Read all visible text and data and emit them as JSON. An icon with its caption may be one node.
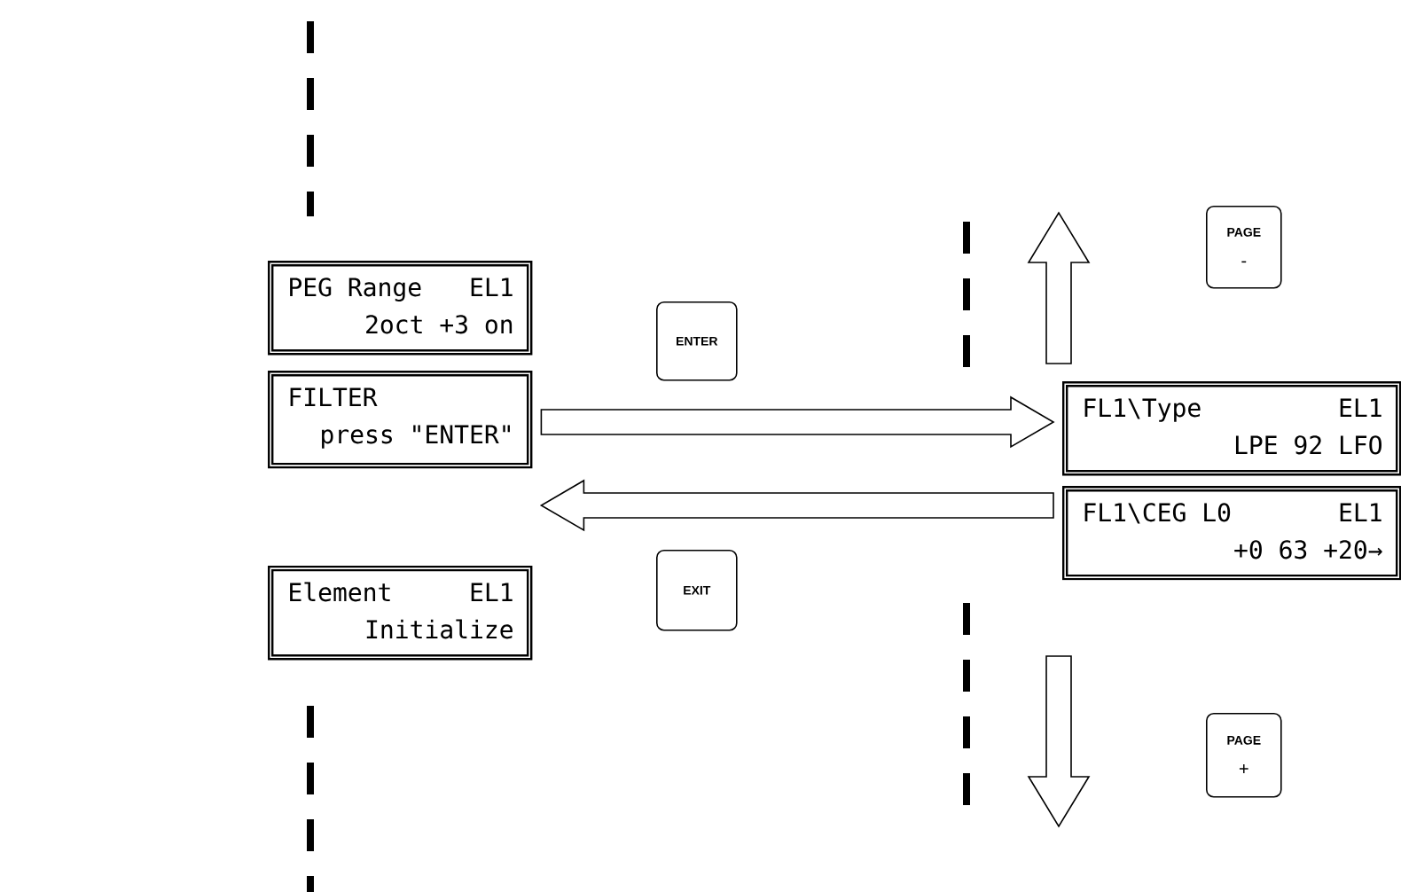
{
  "diagram": {
    "nodes": [
      {
        "text": [
          "PEG Range",
          "EL1",
          "2oct +3 on"
        ]
      },
      {
        "text": [
          "FILTER",
          "press \"ENTER\""
        ]
      },
      {
        "text": [
          "Element",
          "EL1",
          "Initialize"
        ]
      },
      {
        "text": [
          "ENTER"
        ]
      },
      {
        "text": [
          "EXIT"
        ]
      },
      {
        "text": [
          "FL1\\Type",
          "EL1",
          "LPE 92 LFO"
        ]
      },
      {
        "text": [
          "FL1\\CEG L0",
          "EL1",
          "+0 63 +20→"
        ]
      },
      {
        "text": [
          "PAGE",
          "-"
        ]
      },
      {
        "text": [
          "PAGE",
          "+"
        ]
      }
    ],
    "edges": [
      {
        "from": 1,
        "to": 5,
        "arrow": "to"
      },
      {
        "from": 6,
        "to": 1,
        "arrow": "to"
      }
    ]
  }
}
